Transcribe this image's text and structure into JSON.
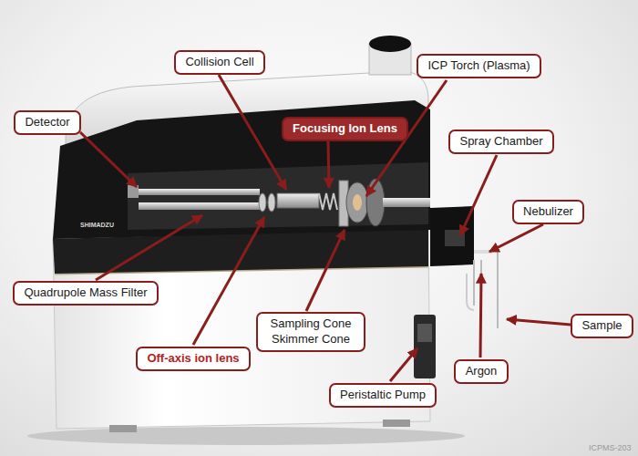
{
  "diagram": {
    "nodes": [
      {
        "text": [
          "Collision Cell"
        ]
      },
      {
        "text": [
          "ICP Torch (Plasma)"
        ]
      },
      {
        "text": [
          "Detector"
        ]
      },
      {
        "text": [
          "Focusing Ion Lens"
        ]
      },
      {
        "text": [
          "Spray Chamber"
        ]
      },
      {
        "text": [
          "Nebulizer"
        ]
      },
      {
        "text": [
          "Quadrupole Mass Filter"
        ]
      },
      {
        "text": [
          "Sampling Cone Skimmer Cone"
        ]
      },
      {
        "text": [
          "Sample"
        ]
      },
      {
        "text": [
          "Off-axis ion lens"
        ]
      },
      {
        "text": [
          "Argon"
        ]
      },
      {
        "text": [
          "Peristaltic Pump"
        ]
      }
    ],
    "labels": [
      "SHIMADZU",
      "ICPMS-203"
    ]
  }
}
